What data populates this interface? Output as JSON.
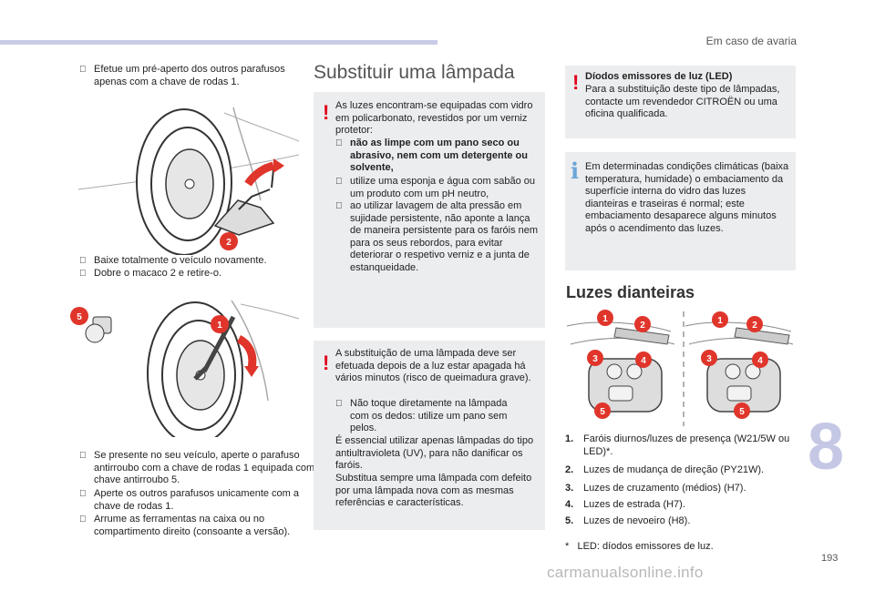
{
  "header": {
    "title": "Em caso de avaria",
    "page_number": "193",
    "chapter": "8",
    "watermark": "carmanualsonline.info"
  },
  "col1": {
    "bullet_marker": "",
    "item1": "Efetue um pré-aperto dos outros parafusos apenas com a chave de rodas 1.",
    "item2": "Baixe totalmente o veículo novamente.",
    "item3": "Dobre o macaco 2 e retire-o.",
    "item4": "Se presente no seu veículo, aperte o parafuso antirroubo com a chave de rodas 1 equipada com chave antirroubo 5.",
    "item5": "Aperte os outros parafusos unicamente com a chave de rodas 1.",
    "item6": "Arrume as ferramentas na caixa ou no compartimento direito (consoante a versão).",
    "fig1_badge": "2",
    "fig2_badge_a": "5",
    "fig2_badge_b": "1"
  },
  "col2": {
    "title": "Substituir uma lâmpada",
    "box1": {
      "intro": "As luzes encontram-se equipadas com vidro em policarbonato, revestidos por um verniz protetor:",
      "b1": "não as limpe com um pano seco ou abrasivo, nem com um detergente ou solvente,",
      "b2": "utilize uma esponja e água com sabão ou um produto com um pH neutro,",
      "b3": "ao utilizar lavagem de alta pressão em sujidade persistente, não aponte a lança de maneira persistente para os faróis nem para os seus rebordos, para evitar deteriorar o respetivo verniz e a junta de estanqueidade."
    },
    "box2": {
      "p1": "A substituição de uma lâmpada deve ser efetuada depois de a luz estar apagada há vários minutos (risco de queimadura grave).",
      "b1": "Não toque diretamente na lâmpada com os dedos: utilize um pano sem pelos.",
      "p2": "É essencial utilizar apenas lâmpadas do tipo antiultravioleta (UV), para não danificar os faróis.",
      "p3": "Substitua sempre uma lâmpada com defeito por uma lâmpada nova com as mesmas referências e características."
    }
  },
  "col3": {
    "warn_title": "Díodos emissores de luz (LED)",
    "warn_text": "Para a substituição deste tipo de lâmpadas, contacte um revendedor CITROËN ou uma oficina qualificada.",
    "info_text": "Em determinadas condições climáticas (baixa temperatura, humidade) o embaciamento da superfície interna do vidro das luzes dianteiras e traseiras é normal; este embaciamento desaparece alguns minutos após o acendimento das luzes.",
    "subtitle": "Luzes dianteiras",
    "list": [
      {
        "n": "1.",
        "text": "Faróis diurnos/luzes de presença (W21/5W ou LED)*."
      },
      {
        "n": "2.",
        "text": "Luzes de mudança de direção (PY21W)."
      },
      {
        "n": "3.",
        "text": "Luzes de cruzamento (médios) (H7)."
      },
      {
        "n": "4.",
        "text": "Luzes de estrada (H7)."
      },
      {
        "n": "5.",
        "text": "Luzes de nevoeiro (H8)."
      }
    ],
    "footnote": "*   LED: díodos emissores de luz.",
    "badges": [
      "1",
      "2",
      "3",
      "4",
      "5",
      "1",
      "2",
      "3",
      "4",
      "5"
    ]
  },
  "colors": {
    "accent": "#c9cce6",
    "warning": "#e2001a",
    "info": "#6aa6d8",
    "badge": "#e0352b",
    "box": "#ecedef"
  }
}
